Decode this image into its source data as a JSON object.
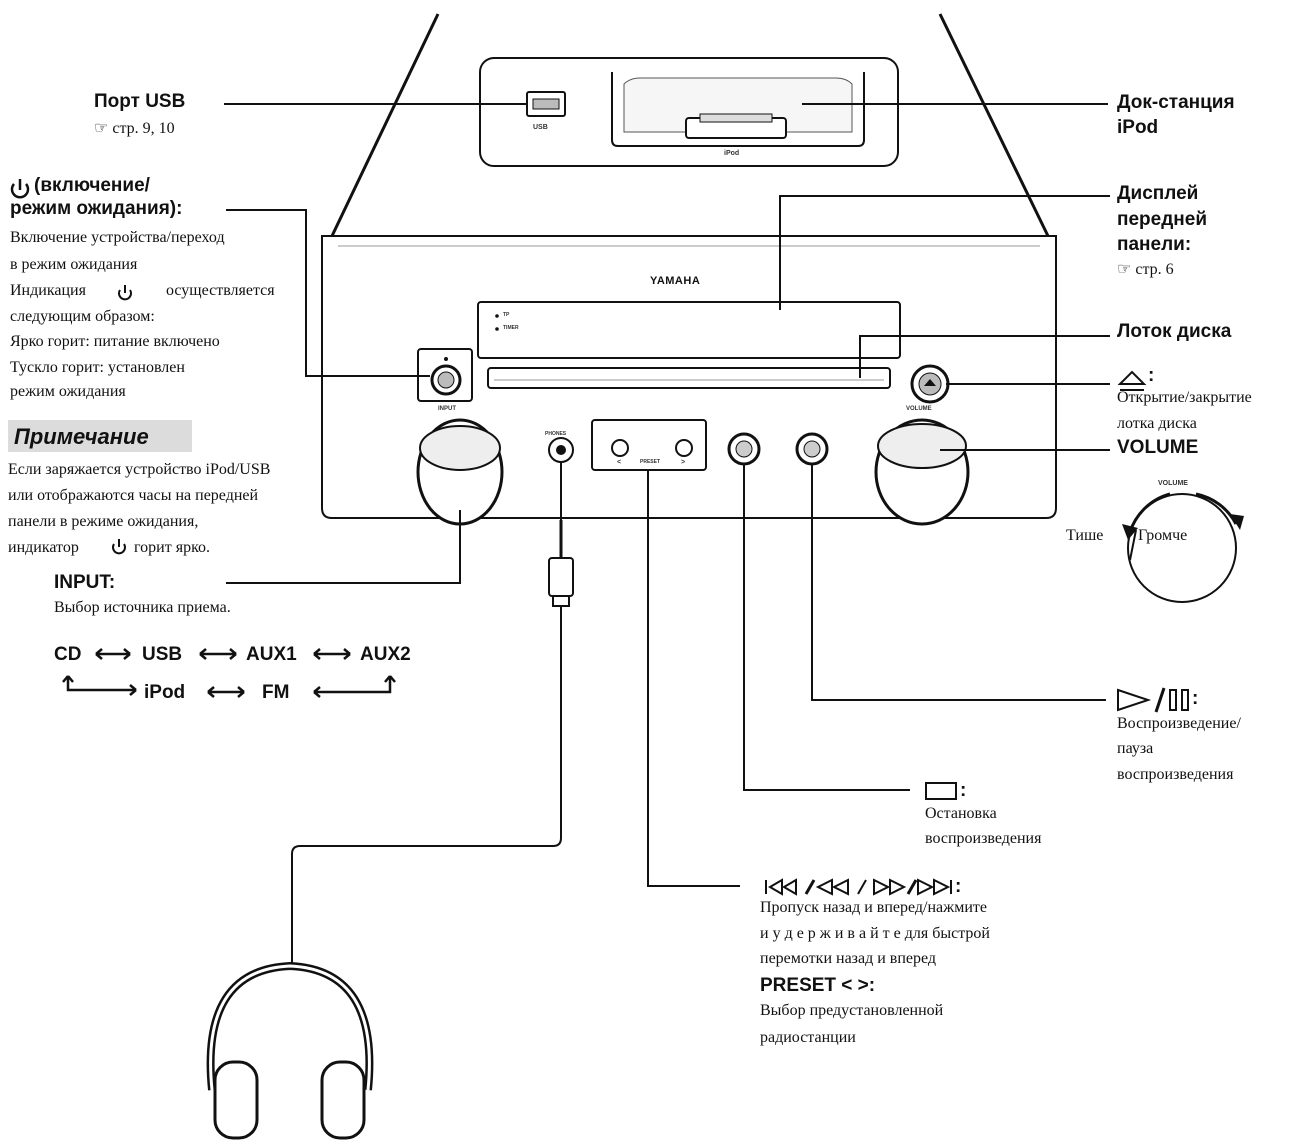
{
  "device": {
    "usb_label": "USB",
    "ipod_label": "iPod",
    "brand": "YAMAHA",
    "input_knob_label": "INPUT",
    "volume_knob_label": "VOLUME",
    "phones_label": "PHONES",
    "preset_label": "PRESET",
    "preset_left": "<",
    "preset_right": ">",
    "indicator_1": "TP",
    "indicator_2": "TIMER"
  },
  "callouts": {
    "usb": {
      "title": "Порт USB",
      "ref": "☞ стр. 9, 10"
    },
    "dock": {
      "title_1": "Док-станция",
      "title_2": "iPod"
    },
    "power": {
      "title_1": "(включение/",
      "title_2": "режим ожидания):",
      "lines": [
        "Включение устройства/переход",
        "в режим ожидания",
        "Индикация",
        "осуществляется",
        "следующим образом:",
        "Ярко горит: питание включено",
        "Тускло горит: установлен",
        "режим ожидания"
      ]
    },
    "display": {
      "title_1": "Дисплей",
      "title_2": "передней",
      "title_3": "панели:",
      "ref": "☞ стр. 6"
    },
    "tray": {
      "title": "Лоток диска"
    },
    "eject": {
      "title": ":",
      "lines": [
        "Открытие/закрытие",
        "лотка диска"
      ]
    },
    "volume": {
      "title": "VOLUME",
      "dial_label": "VOLUME",
      "quieter": "Тише",
      "louder": "Громче"
    },
    "note": {
      "title": "Примечание",
      "lines": [
        "Если заряжается устройство iPod/USB",
        "или отображаются часы на передней",
        "панели в режиме ожидания,",
        "индикатор",
        "горит ярко."
      ]
    },
    "input": {
      "title": "INPUT:",
      "desc": "Выбор источника приема.",
      "seq_row1": [
        "CD",
        "USB",
        "AUX1",
        "AUX2"
      ],
      "seq_row2": [
        "iPod",
        "FM"
      ]
    },
    "play_pause": {
      "title": ":",
      "lines": [
        "Воспроизведение/",
        "пауза",
        "воспроизведения"
      ]
    },
    "stop": {
      "title": ":",
      "lines": [
        "Остановка",
        "воспроизведения"
      ]
    },
    "skip": {
      "title": ":",
      "lines": [
        "Пропуск назад и вперед/нажмите",
        "и у д е р ж и в а й т е  для быстрой",
        "перемотки назад и вперед"
      ],
      "preset_title": "PRESET < >:",
      "preset_lines": [
        "Выбор предустановленной",
        "радиостанции"
      ]
    }
  }
}
